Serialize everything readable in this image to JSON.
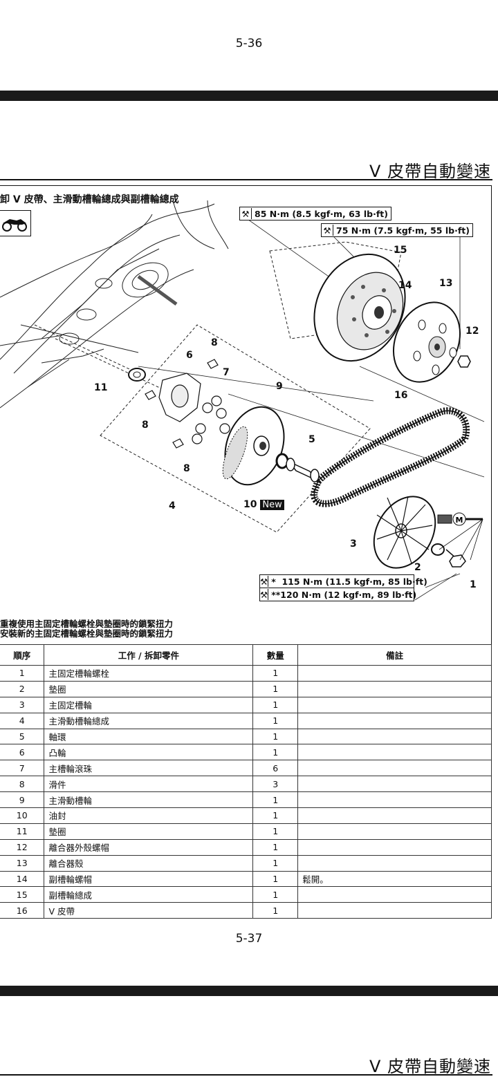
{
  "header": {
    "page_top": "5-36",
    "section_title": "V 皮帶自動變速"
  },
  "diagram": {
    "subtitle": "卸 V 皮帶、主滑動槽輪總成與副槽輪總成",
    "torque_1": "85 N·m (8.5 kgf·m, 63 lb·ft)",
    "torque_2": "75 N·m (7.5 kgf·m, 55 lb·ft)",
    "torque_3_star": "*",
    "torque_3": "115 N·m (11.5 kgf·m, 85 lb·ft)",
    "torque_4_star": "**",
    "torque_4": "120 N·m (12 kgf·m, 89 lb·ft)",
    "grease_mark": "M",
    "new_label": "New",
    "callouts": [
      "1",
      "2",
      "3",
      "4",
      "5",
      "6",
      "7",
      "8",
      "8",
      "8",
      "9",
      "10",
      "11",
      "12",
      "13",
      "14",
      "15",
      "16"
    ]
  },
  "notes": {
    "line1": "重複使用主固定槽輪螺栓與墊圈時的鎖緊扭力",
    "line2": "安裝新的主固定槽輪螺栓與墊圈時的鎖緊扭力"
  },
  "table": {
    "headers": [
      "順序",
      "工作 / 拆卸零件",
      "數量",
      "備註"
    ],
    "rows": [
      [
        "1",
        "主固定槽輪螺栓",
        "1",
        ""
      ],
      [
        "2",
        "墊圈",
        "1",
        ""
      ],
      [
        "3",
        "主固定槽輪",
        "1",
        ""
      ],
      [
        "4",
        "主滑動槽輪總成",
        "1",
        ""
      ],
      [
        "5",
        "軸環",
        "1",
        ""
      ],
      [
        "6",
        "凸輪",
        "1",
        ""
      ],
      [
        "7",
        "主槽輪滾珠",
        "6",
        ""
      ],
      [
        "8",
        "滑件",
        "3",
        ""
      ],
      [
        "9",
        "主滑動槽輪",
        "1",
        ""
      ],
      [
        "10",
        "油封",
        "1",
        ""
      ],
      [
        "11",
        "墊圈",
        "1",
        ""
      ],
      [
        "12",
        "離合器外殼螺帽",
        "1",
        ""
      ],
      [
        "13",
        "離合器殼",
        "1",
        ""
      ],
      [
        "14",
        "副槽輪螺帽",
        "1",
        "鬆開。"
      ],
      [
        "15",
        "副槽輪總成",
        "1",
        ""
      ],
      [
        "16",
        "V 皮帶",
        "1",
        ""
      ]
    ]
  },
  "footer": {
    "page_bottom": "5-37",
    "section_title": "V 皮帶自動變速"
  }
}
